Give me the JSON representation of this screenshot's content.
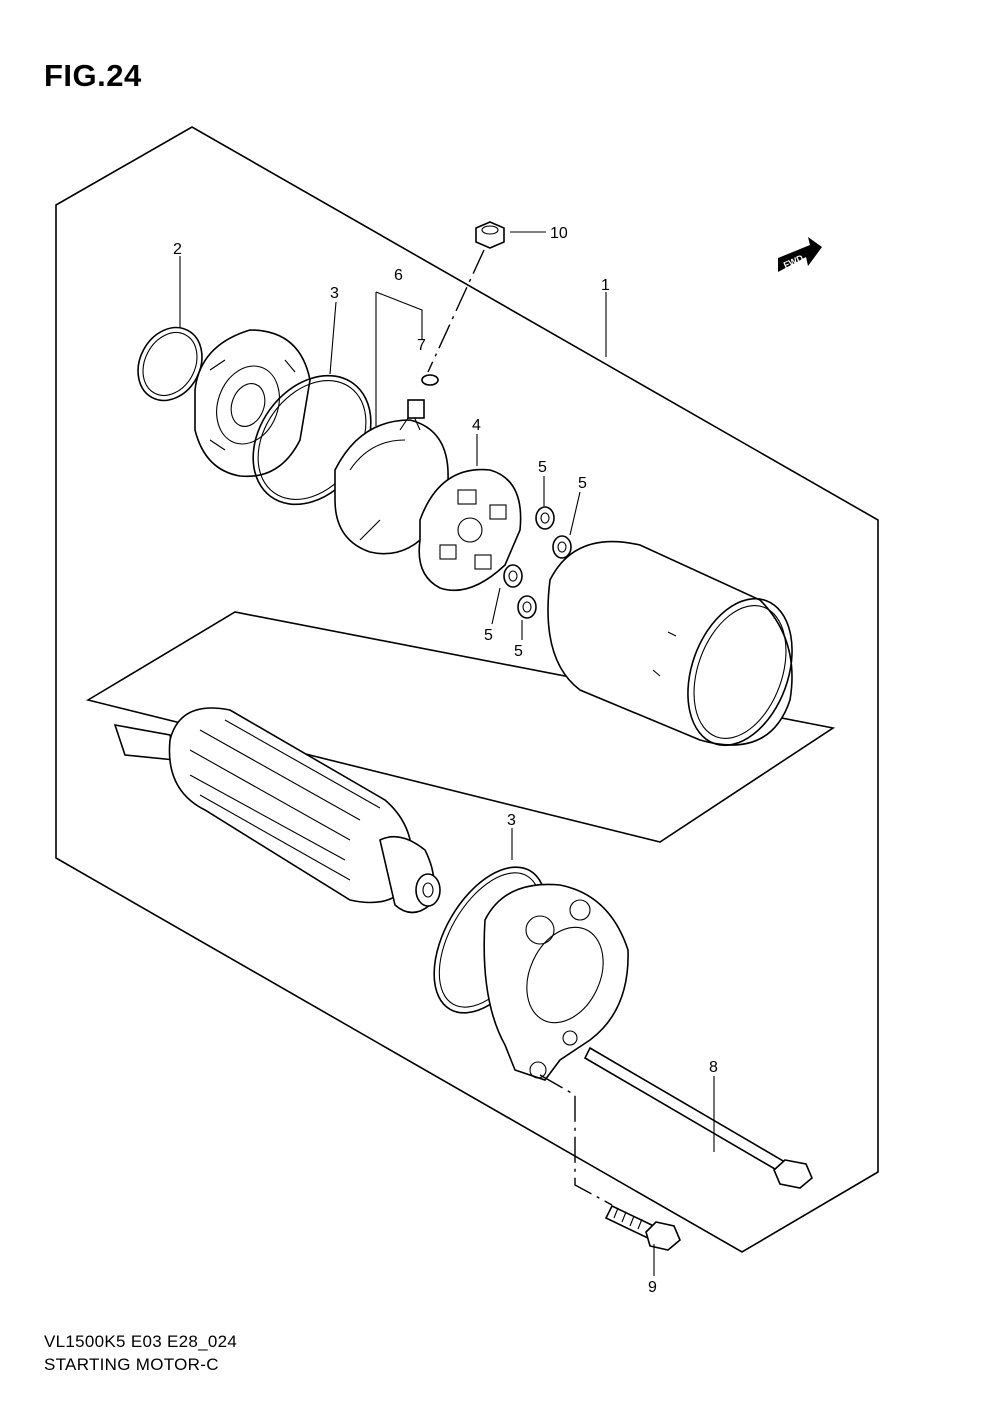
{
  "figure": {
    "title": "FIG.24"
  },
  "footer": {
    "model_code": "VL1500K5  E03  E28_024",
    "caption": "STARTING MOTOR-C"
  },
  "badge": {
    "fwd_label": "FWD"
  },
  "callouts": [
    "1",
    "2",
    "3",
    "3",
    "4",
    "5",
    "5",
    "5",
    "5",
    "6",
    "7",
    "8",
    "9",
    "10"
  ]
}
